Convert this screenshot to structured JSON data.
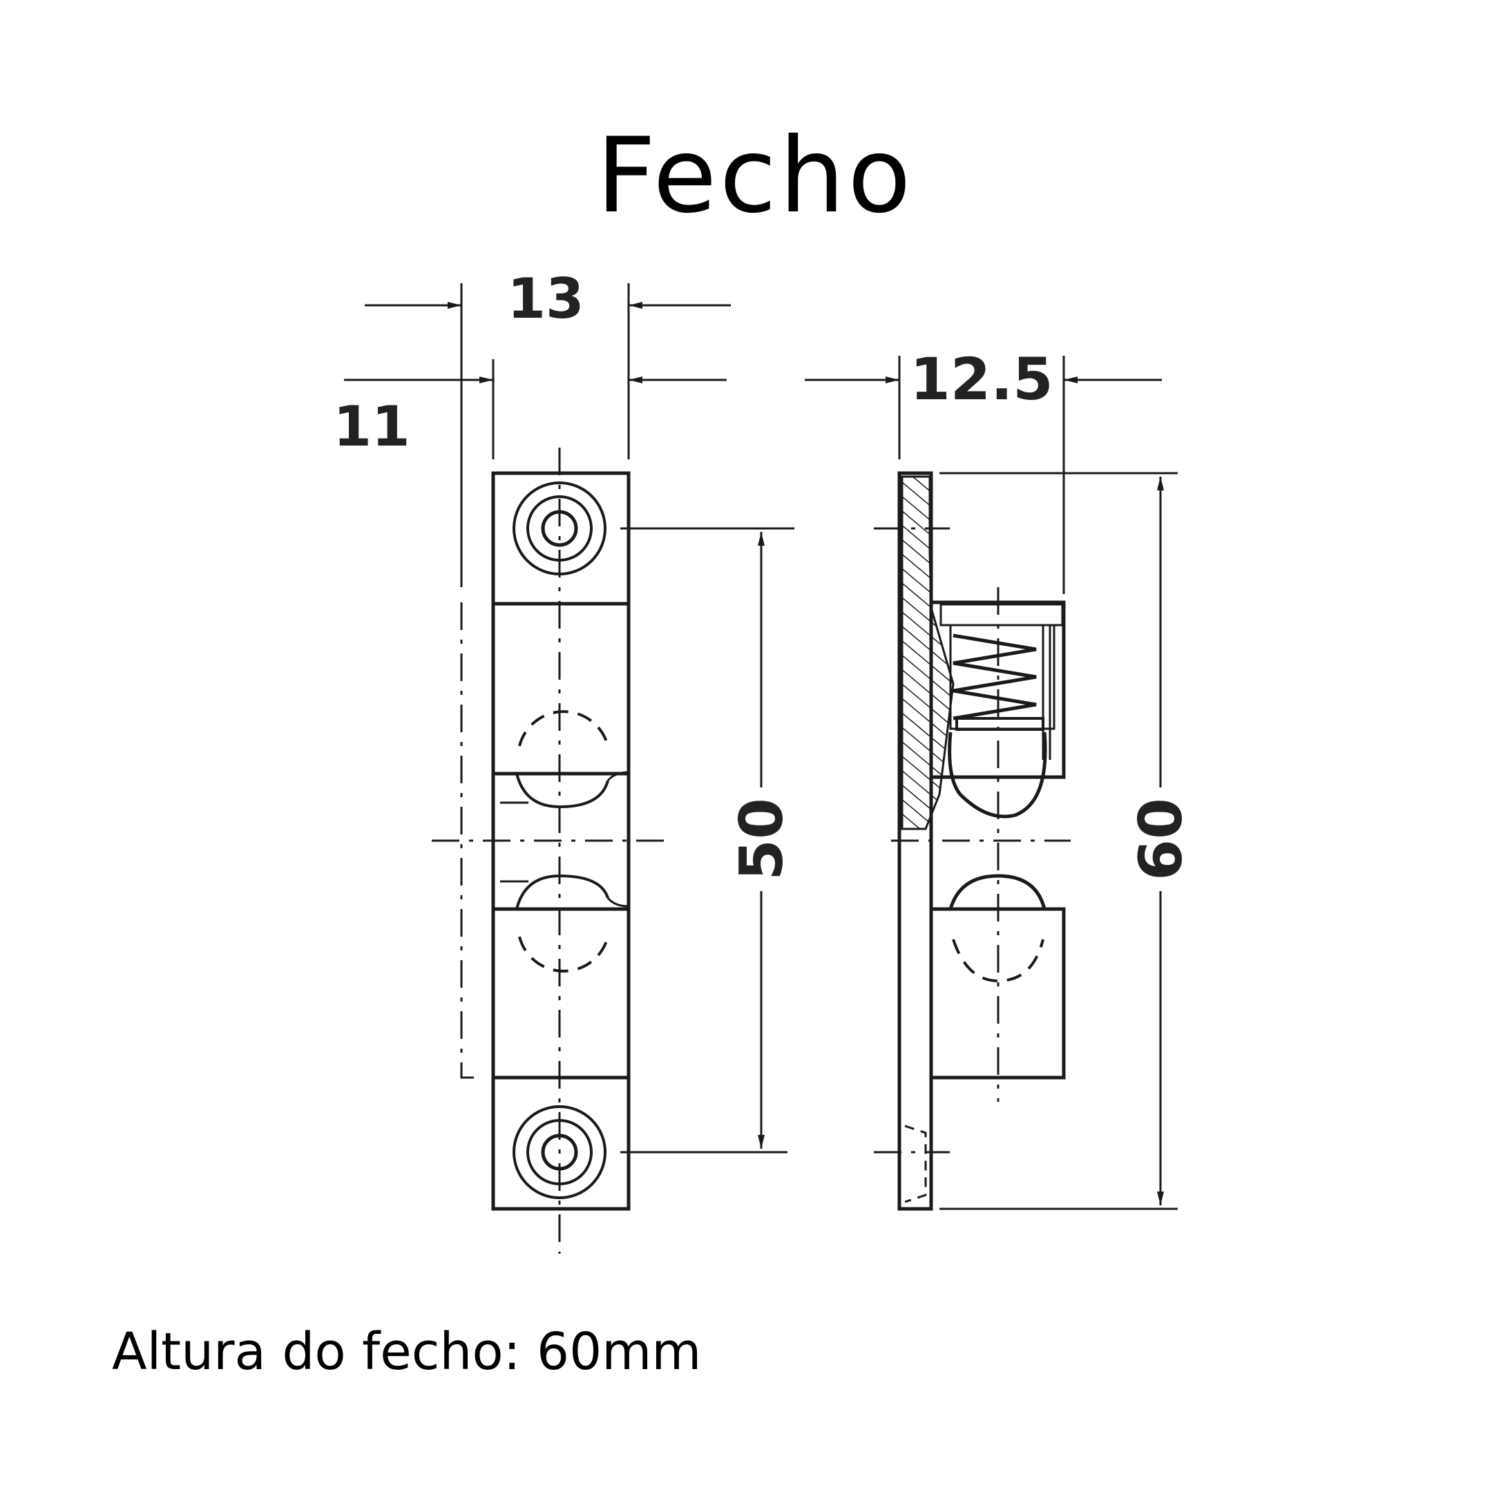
{
  "title": "Fecho",
  "caption": "Altura do fecho: 60mm",
  "dimensions": {
    "width_outer": "13",
    "width_inner": "11",
    "depth": "12.5",
    "hole_spacing": "50",
    "height": "60"
  },
  "colors": {
    "line": "#1a1a1a",
    "background": "#ffffff"
  }
}
